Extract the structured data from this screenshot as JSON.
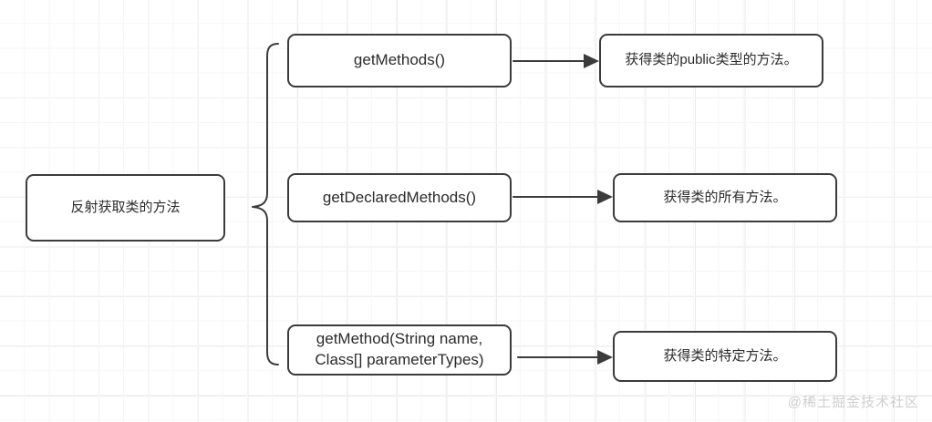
{
  "diagram": {
    "title": "反射获取类的方法",
    "root": {
      "label": "反射获取类的方法"
    },
    "branches": [
      {
        "method": "getMethods()",
        "description": "获得类的public类型的方法。"
      },
      {
        "method": "getDeclaredMethods()",
        "description": "获得类的所有方法。"
      },
      {
        "method": "getMethod(String name,\nClass[] parameterTypes)",
        "description": "获得类的特定方法。"
      }
    ],
    "connectors": {
      "brace_label": "curly-brace",
      "arrow_label": "arrow-right"
    },
    "colors": {
      "node_border": "#3b3b3b",
      "node_fill": "#ffffff",
      "text": "#2b2b2b",
      "grid_line": "#ebebeb",
      "watermark": "#cfcfcf"
    }
  },
  "watermark": {
    "text": "@稀土掘金技术社区"
  }
}
